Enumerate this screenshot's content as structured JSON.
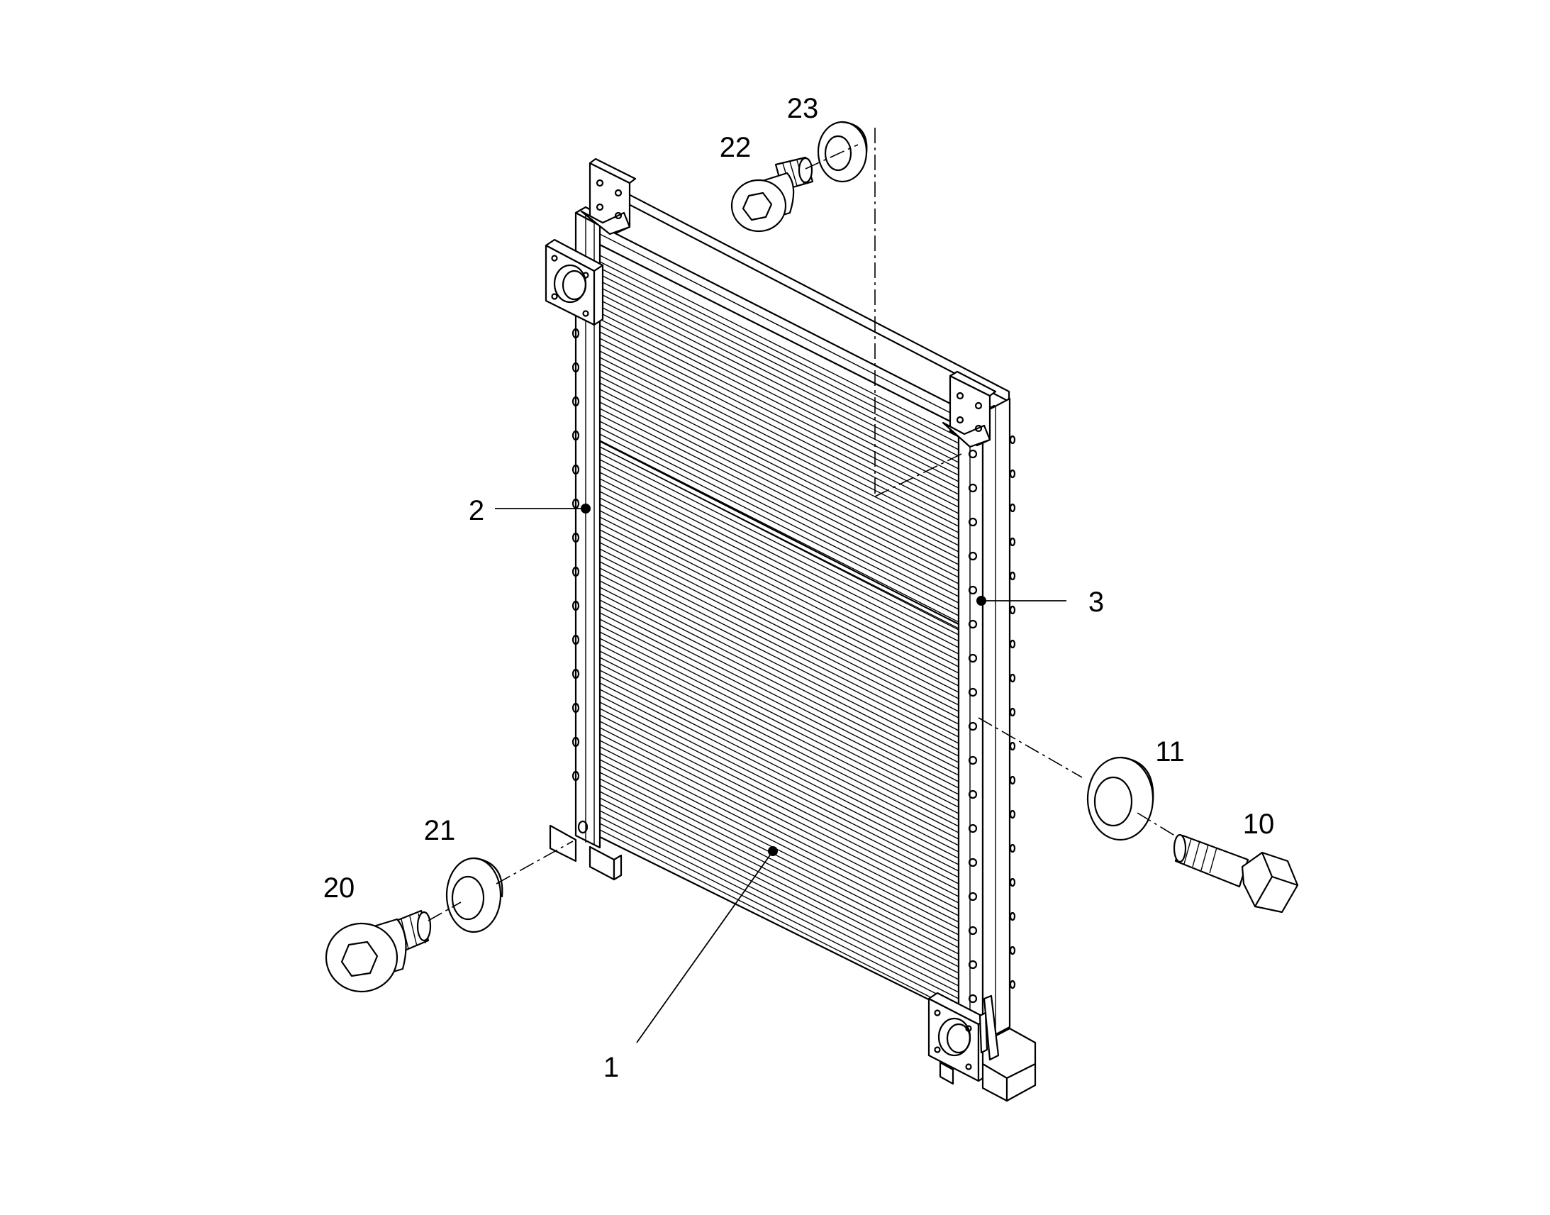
{
  "diagram": {
    "type": "exploded parts diagram",
    "subject": "radiator / charge air cooler core with side tanks",
    "callouts": [
      {
        "id": "p1",
        "label": "1"
      },
      {
        "id": "p2",
        "label": "2"
      },
      {
        "id": "p3",
        "label": "3"
      },
      {
        "id": "p10",
        "label": "10"
      },
      {
        "id": "p11",
        "label": "11"
      },
      {
        "id": "p20",
        "label": "20"
      },
      {
        "id": "p21",
        "label": "21"
      },
      {
        "id": "p22",
        "label": "22"
      },
      {
        "id": "p23",
        "label": "23"
      }
    ],
    "line_color": "#000000",
    "background_color": "#ffffff"
  }
}
